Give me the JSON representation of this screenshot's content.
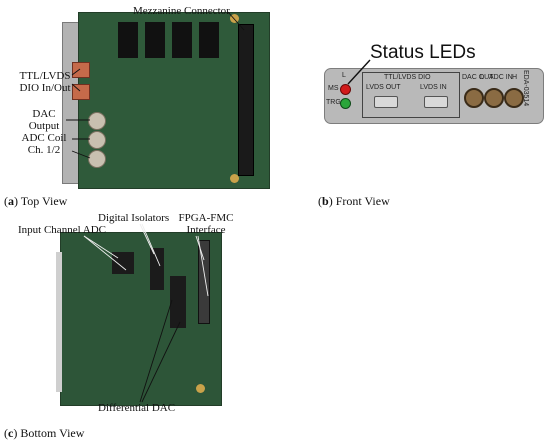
{
  "panels": {
    "a": {
      "letter": "a",
      "caption": "Top View"
    },
    "b": {
      "letter": "b",
      "caption": "Front View"
    },
    "c": {
      "letter": "c",
      "caption": "Bottom View"
    }
  },
  "top_view_labels": {
    "mezzanine": "Mezzanine Connector",
    "dio_line1": "TTL/LVDS",
    "dio_line2": "DIO In/Out",
    "dac_line1": "DAC",
    "dac_line2": "Output",
    "adc_line1": "ADC Coil",
    "adc_line2": "Ch. 1/2"
  },
  "front_view": {
    "status_leds": "Status LEDs",
    "led_left_label": "L",
    "led_ms_label": "MS",
    "led_trg_label": "TRG",
    "dio_title": "TTL/LVDS DIO",
    "lvds_out": "LVDS OUT",
    "lvds_in": "LVDS IN",
    "dac_out": "DAC OUT",
    "adc_l": "L",
    "adc_in": "ADC IN",
    "adc_h": "H",
    "side_id": "EDA-03514"
  },
  "bottom_view_labels": {
    "digital_isolators": "Digital Isolators",
    "fpga_fmc_line1": "FPGA-FMC",
    "fpga_fmc_line2": "Interface",
    "input_adc": "Input Channel ADC",
    "diff_dac": "Differential DAC"
  },
  "colors": {
    "pcb_green": "#2f5a3a",
    "faceplate": "#b9b9b9",
    "led_red": "#d11a1a",
    "led_green": "#2aa63a"
  }
}
